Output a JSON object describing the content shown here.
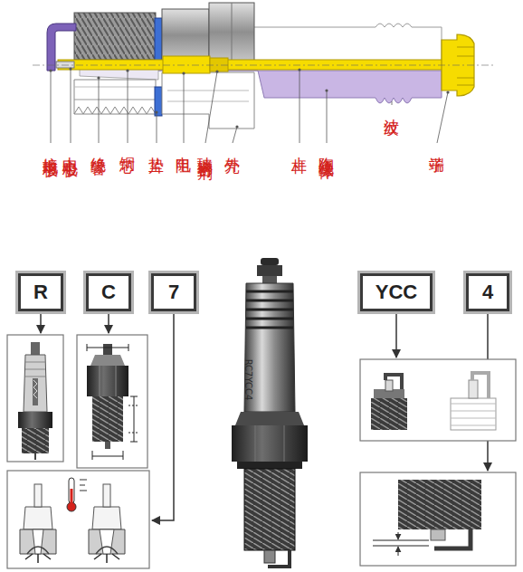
{
  "diagram": {
    "nodes": [
      {
        "text": [
          "R"
        ]
      },
      {
        "text": [
          "C"
        ]
      },
      {
        "text": [
          "7"
        ]
      },
      {
        "text": [
          "YCC"
        ]
      },
      {
        "text": [
          "4"
        ]
      }
    ],
    "labels": [
      "接地电极",
      "中心电极",
      "绝缘管",
      "铜芯",
      "垫片",
      "电阻",
      "玻璃密封剂",
      "外壳",
      "上杆",
      "陶瓷绝缘体",
      "波纹",
      "端子",
      "RC7YCC4"
    ]
  }
}
